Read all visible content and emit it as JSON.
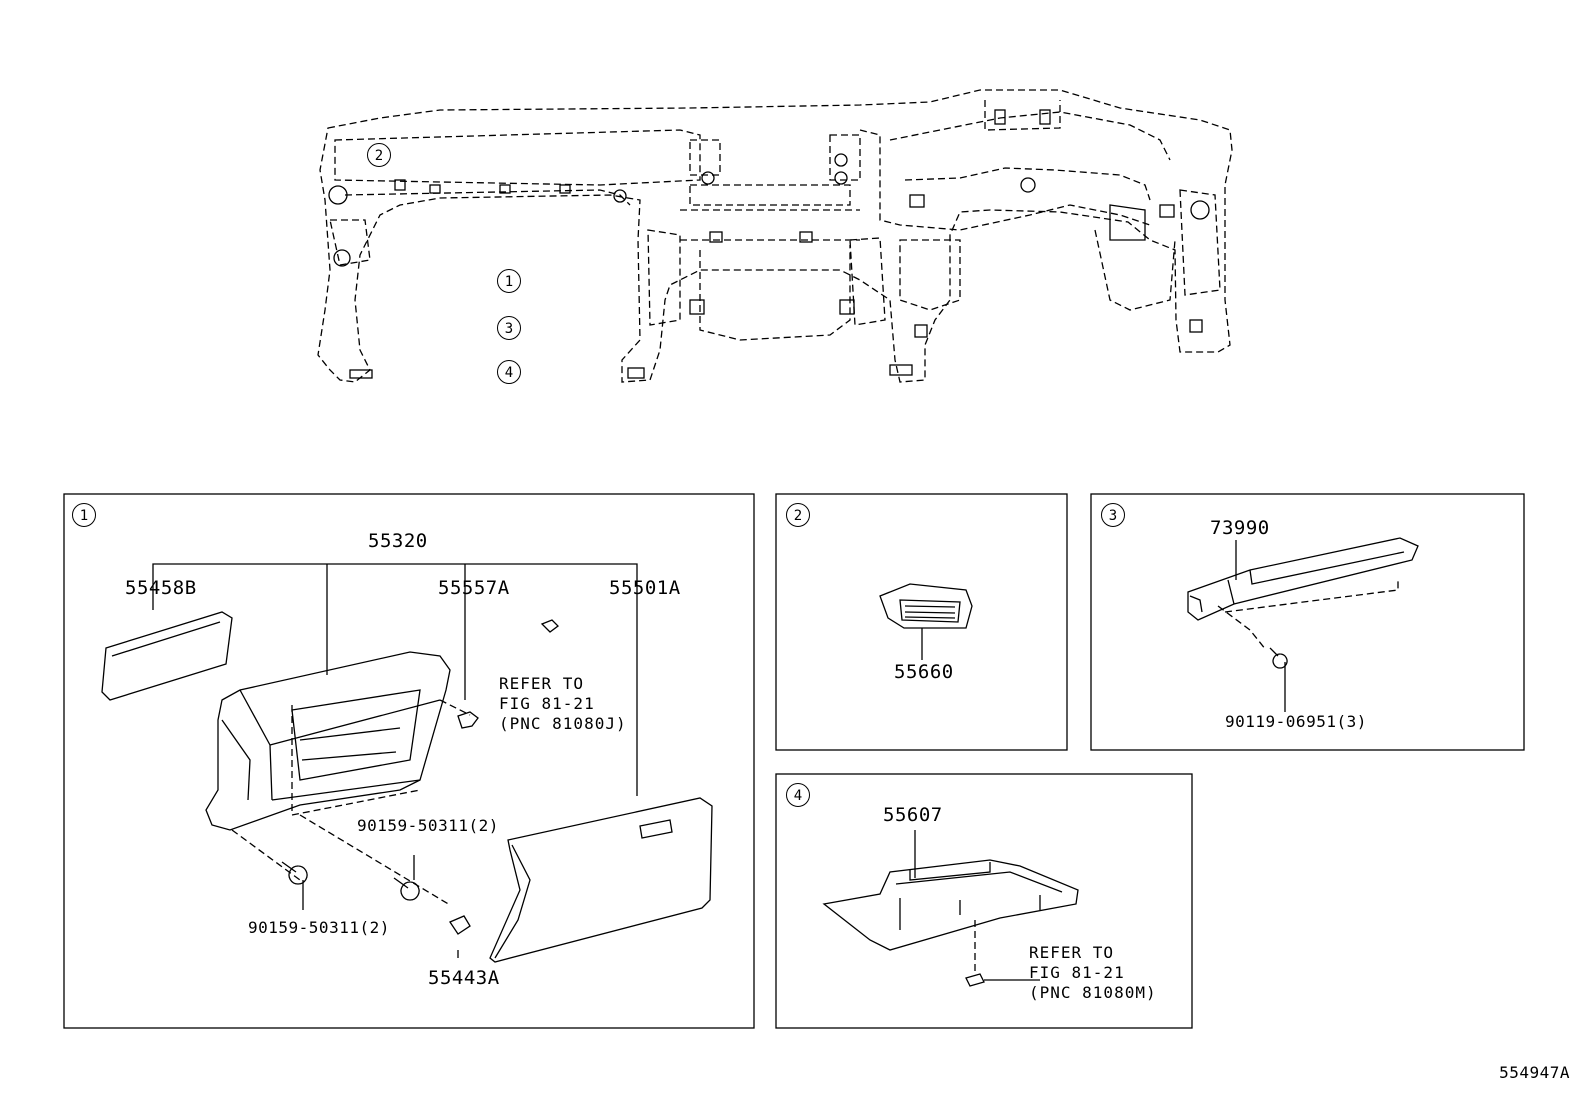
{
  "overview": {
    "callouts": [
      "2",
      "1",
      "3",
      "4"
    ]
  },
  "panels": [
    {
      "number": "1",
      "parts": {
        "glove_box_assy": "55320",
        "damper": "55458B",
        "stopper": "55557A",
        "door": "55501A",
        "screw_left": "90159-50311(2)",
        "screw_right": "90159-50311(2)",
        "cushion": "55443A"
      },
      "note": "REFER TO\nFIG 81-21\n(PNC 81080J)"
    },
    {
      "number": "2",
      "parts": {
        "register": "55660"
      }
    },
    {
      "number": "3",
      "parts": {
        "knee_airbag": "73990",
        "bolt": "90119-06951(3)"
      }
    },
    {
      "number": "4",
      "parts": {
        "under_cover": "55607"
      },
      "note": "REFER TO\nFIG 81-21\n(PNC 81080M)"
    }
  ],
  "figure_code": "554947A"
}
